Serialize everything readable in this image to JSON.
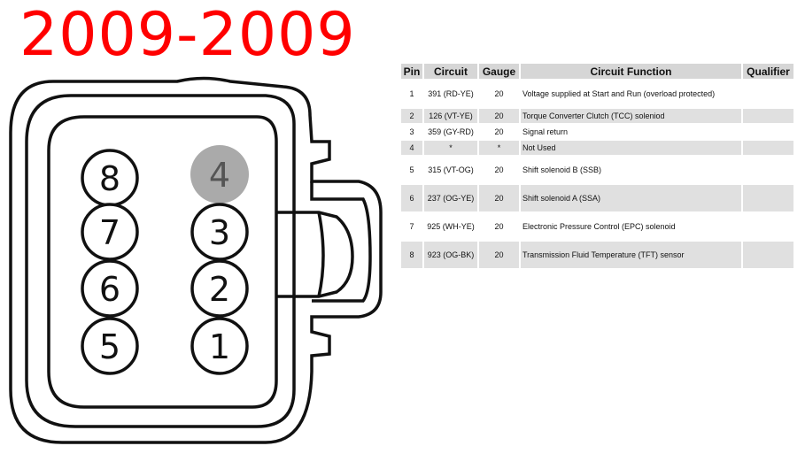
{
  "title": "2009-2009",
  "connector": {
    "pins": [
      {
        "label": "8",
        "used": true
      },
      {
        "label": "4",
        "used": false
      },
      {
        "label": "7",
        "used": true
      },
      {
        "label": "3",
        "used": true
      },
      {
        "label": "6",
        "used": true
      },
      {
        "label": "2",
        "used": true
      },
      {
        "label": "5",
        "used": true
      },
      {
        "label": "1",
        "used": true
      }
    ]
  },
  "table": {
    "headers": [
      "Pin",
      "Circuit",
      "Gauge",
      "Circuit Function",
      "Qualifier"
    ],
    "rows": [
      {
        "pin": "1",
        "circuit": "391 (RD-YE)",
        "gauge": "20",
        "function": "Voltage supplied at Start and Run (overload protected)",
        "qualifier": ""
      },
      {
        "pin": "2",
        "circuit": "126 (VT-YE)",
        "gauge": "20",
        "function": "Torque Converter Clutch (TCC) soleniod",
        "qualifier": ""
      },
      {
        "pin": "3",
        "circuit": "359 (GY-RD)",
        "gauge": "20",
        "function": "Signal return",
        "qualifier": ""
      },
      {
        "pin": "4",
        "circuit": "*",
        "gauge": "*",
        "function": "Not Used",
        "qualifier": ""
      },
      {
        "pin": "5",
        "circuit": "315 (VT-OG)",
        "gauge": "20",
        "function": "Shift solenoid B (SSB)",
        "qualifier": ""
      },
      {
        "pin": "6",
        "circuit": "237 (OG-YE)",
        "gauge": "20",
        "function": "Shift solenoid A (SSA)",
        "qualifier": ""
      },
      {
        "pin": "7",
        "circuit": "925 (WH-YE)",
        "gauge": "20",
        "function": "Electronic Pressure Control (EPC) solenoid",
        "qualifier": ""
      },
      {
        "pin": "8",
        "circuit": "923 (OG-BK)",
        "gauge": "20",
        "function": "Transmission Fluid Temperature (TFT) sensor",
        "qualifier": ""
      },
      {
        "pin": "",
        "circuit": "",
        "gauge": "",
        "function": "",
        "qualifier": ""
      }
    ]
  }
}
